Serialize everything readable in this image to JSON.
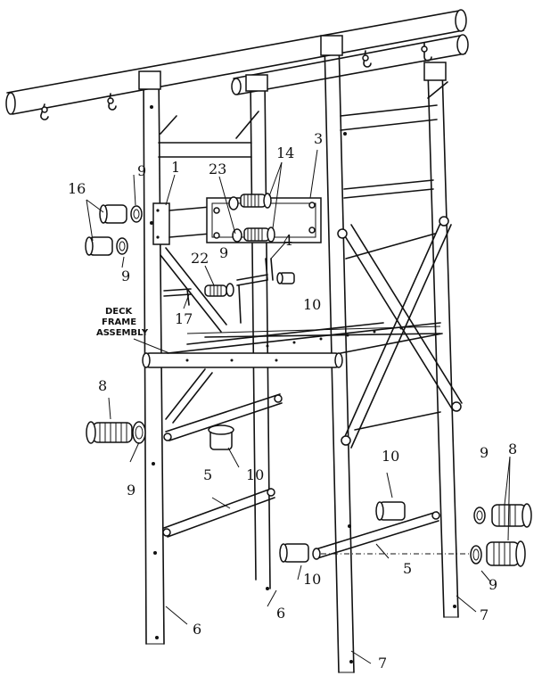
{
  "callouts": {
    "c1": "1",
    "c3": "3",
    "c4": "4",
    "c5a": "5",
    "c5b": "5",
    "c6a": "6",
    "c6b": "6",
    "c7a": "7",
    "c7b": "7",
    "c8a": "8",
    "c8b": "8",
    "c9a": "9",
    "c9b": "9",
    "c9c": "9",
    "c9d": "9",
    "c9e": "9",
    "c9f": "9",
    "c10a": "10",
    "c10b": "10",
    "c10c": "10",
    "c10d": "10",
    "c14": "14",
    "c16": "16",
    "c17": "17",
    "c22": "22",
    "c23": "23"
  },
  "deck_label": {
    "line1": "DECK",
    "line2": "FRAME",
    "line3": "ASSEMBLY"
  }
}
